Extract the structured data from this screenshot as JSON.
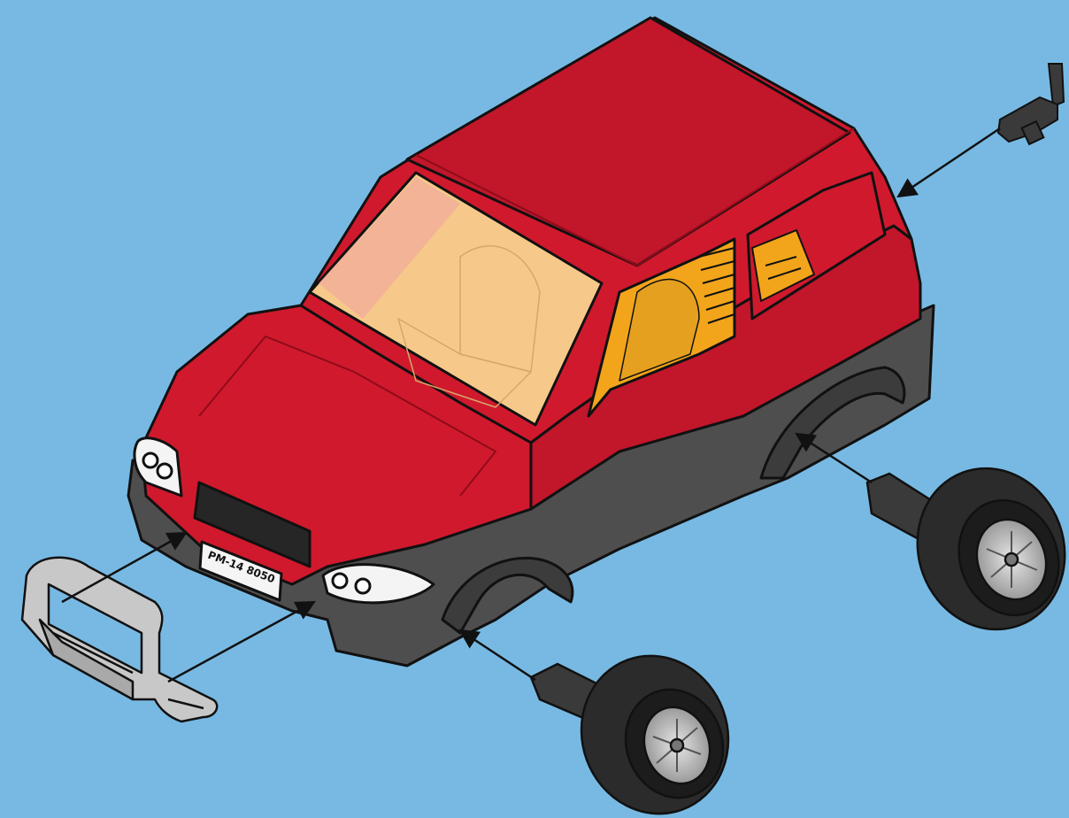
{
  "colors": {
    "background": "#77b9e3",
    "body_red": "#d0192d",
    "body_red_dark": "#a3101f",
    "body_red_light": "#e23a44",
    "lower_trim": "#4e4e4e",
    "interior": "#f6c98a",
    "seat_orange": "#f2a51a",
    "bull_bar": "#c8c8c8",
    "tire": "#2b2b2b",
    "rim": "#c9c9c9",
    "outline": "#111111"
  },
  "parts": {
    "license_plate": "PM-14 8050"
  },
  "icons": [
    "car-body",
    "bull-bar",
    "wheel-axle",
    "tow-hook",
    "assembly-arrow"
  ]
}
